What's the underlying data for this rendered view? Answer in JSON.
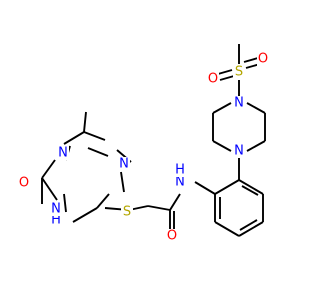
{
  "molecule": {
    "atoms": {
      "n_top": {
        "label": "N",
        "color": "#0000ff"
      },
      "n_left": {
        "label": "N",
        "color": "#0000ff"
      },
      "n_amide": {
        "label": "N",
        "color": "#0000ff"
      },
      "h_amide": {
        "label": "H",
        "color": "#0000ff"
      },
      "n_pip_top": {
        "label": "N",
        "color": "#0000ff"
      },
      "n_pip_bottom": {
        "label": "N",
        "color": "#0000ff"
      },
      "s_sulfonyl": {
        "label": "S",
        "color": "#b3a600"
      },
      "s_thio": {
        "label": "S",
        "color": "#b3a600"
      },
      "o_sulfonyl_left": {
        "label": "O",
        "color": "#ff0000"
      },
      "o_sulfonyl_right": {
        "label": "O",
        "color": "#ff0000"
      },
      "o_ketone": {
        "label": "O",
        "color": "#ff0000"
      },
      "h_ring": {
        "label": "H",
        "color": "#0000ff"
      },
      "n_ring": {
        "label": "N",
        "color": "#0000ff"
      },
      "o_amide": {
        "label": "O",
        "color": "#ff0000"
      }
    }
  }
}
